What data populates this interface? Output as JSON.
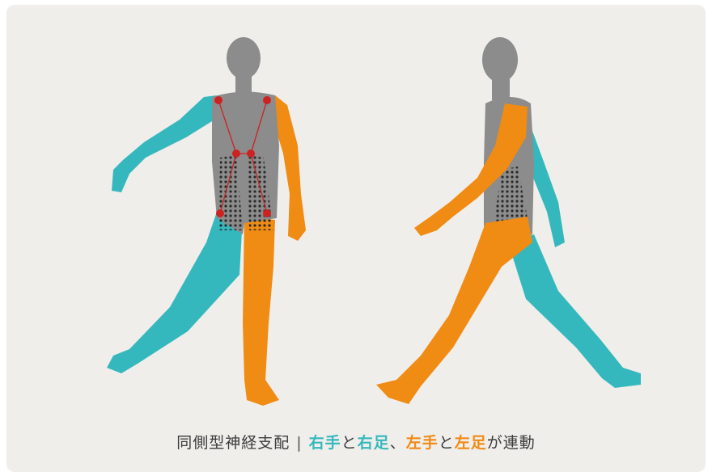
{
  "caption": {
    "title": "同側型神経支配",
    "separator": "|",
    "right_hand": "右手",
    "to1": "と",
    "right_foot": "右足",
    "comma": "、",
    "left_hand": "左手",
    "to2": "と",
    "left_foot": "左足",
    "tail": "が連動"
  },
  "colors": {
    "background": "#f0eeeb",
    "torso": "#8c8c8c",
    "right_side": "#35b8bd",
    "left_side": "#f08b14",
    "marker": "#cc2222"
  }
}
